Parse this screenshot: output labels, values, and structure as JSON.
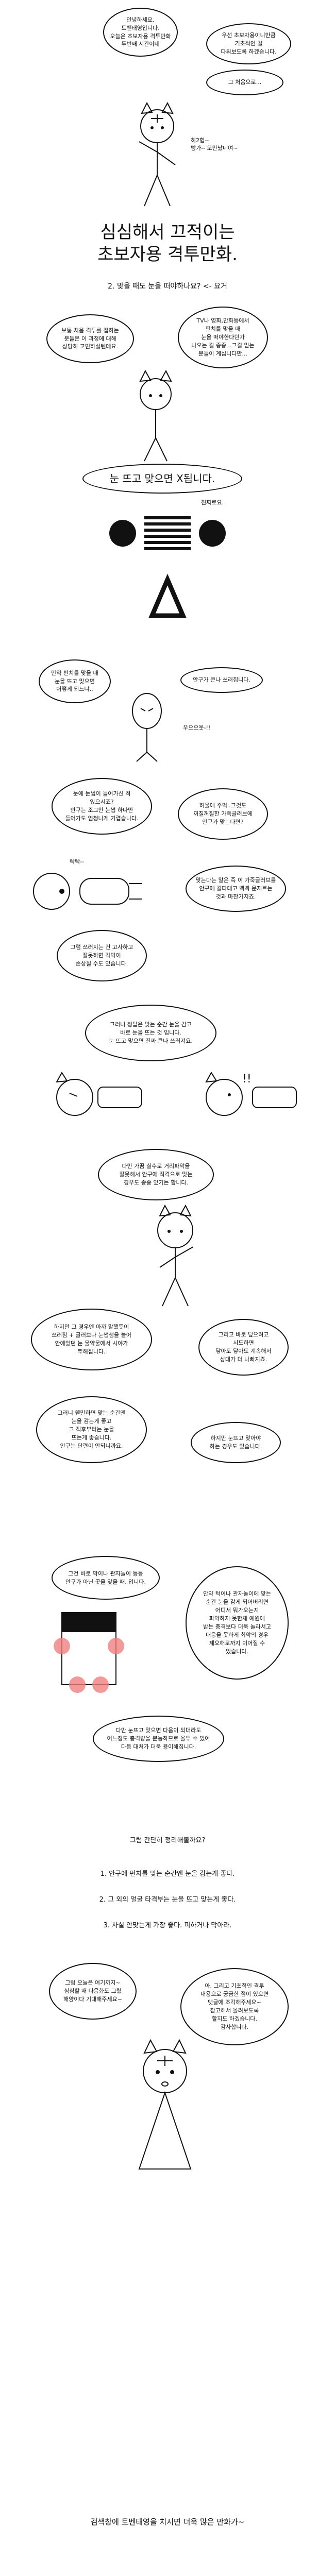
{
  "panel1": {
    "bubble_left": "안녕하세요.\n토벤태영입니다.\n오늘은 초보자용 격투만화\n두번째 시간이네",
    "bubble_right": "우선 초보자용이니만큼\n기초적인 걸\n다뤄보도록 하겠습니다.",
    "bubble_right2": "그 처음으로...",
    "note": "히2협--\n빵가-- 또만났네여~"
  },
  "title": "심심해서 끄적이는\n초보자용 격투만화.",
  "subtitle": "2. 맞을 때도 눈을 떠야하나요? <- 요거",
  "panel2": {
    "bubble_left": "보통 처음 격투를 접하는\n분들은 이 과정에 대해\n상당히 고민하실텐데요.",
    "bubble_right": "TV나 영화,만화등에서\n펀치를 맞을 때\n눈을 떠야한다던가\n나오는 걸 종종 ..그걸 믿는\n분들이 계십니다만..."
  },
  "panel3": {
    "banner": "눈 뜨고 맞으면 X됩니다.",
    "note": "진짜로요."
  },
  "panel4": {
    "bubble_left": "만약 펀치를 맞을 때\n눈을 뜨고 맞으면\n어떻게 되느냐..",
    "bubble_right": "안구가 큰나 쓰러집니다.",
    "sound": "우으으웃-!!"
  },
  "panel5": {
    "bubble_left": "눈에 눈썹이 들어가신 적\n있으시죠?\n안구는 조그만 눈썹 하나만\n들어가도 엄청나게 기렵습니다.",
    "bubble_right": "허물에 주먹..그것도\n꺼칠꺼칠한 가죽글러브에\n안구가 맞는다면?",
    "sound": "빡빡--",
    "bubble_right2": "맞는다는 말은 즉 이 가죽글러브를\n안구에 갈다대고 빡빡 문지르는\n것과 마찬가지죠."
  },
  "panel6": {
    "bubble1": "그럼 쓰러지는 건 고사하고\n잘못하면 각막이\n손상될 수도 있습니다.",
    "bubble2": "그러니 정답은 맞는 순간 눈을 감고\n바로 눈을 뜨는 것 입니다.\n눈 뜨고 맞으면 진짜 큰나 쓰러져요.",
    "exclaim": "!!"
  },
  "panel7": {
    "bubble_top": "다만 가끔 실수로 거리파악을\n잘못해서 안구에 직격으로 맞는\n경우도 종종 있기는 합니다.",
    "bubble_left": "하지만 그 경우엔 아까 말했듯이\n쓰러짐 + 글러브나 눈썹생을 늘어\n안에있던 눈 물약물에서 시야가\n뿌해집니다.",
    "bubble_right": "그리고 바로 덮으려고\n시도하면\n닿아도 닿아도 계속해서\n상대가 더 나빠지죠.",
    "bubble_left2": "그러니 웬만하면 맞는 순간엔\n눈을 감는게 좋고\n그 직후부터는 눈을\n뜨는게 좋습니다.\n안구는 단련이 안되니까요.",
    "bubble_right2": "하지만 눈뜨고 맞아야\n하는 경우도 있습니다."
  },
  "panel8": {
    "bubble_left": "그건 바로 막이나 관자놀이 등등\n안구가 아닌 곳을 맞을 때, 입니다.",
    "bubble_right": "안약 턱이나 관자놀이에 맞는\n순간 눈을 감게 되어버리면\n어디서 뭐가오는지\n파악하지 못한채 예원에\n받는 충격보다 더욱 놀라서고\n대응을 못하게 최악의 경우\n제오해로까지 이어질 수\n있습니다.",
    "bubble_bottom": "다만 눈뜨고 맞으면 다음이 되더라도\n어느정도 충격량을 분농하므로 올두 수 있어\n다음 대처가 더욱 용이해집니다."
  },
  "summary": {
    "heading": "그럼 간단히 정리해볼까요?",
    "items": [
      "1. 안구에 펀치를 맞는 순간엔 눈을 감는게 좋다.",
      "2. 그 외의 얼굴 타격부는 눈을 뜨고 맞는게 좋다.",
      "3. 사실 안맞는게 가장 좋다. 피하거나 막아라."
    ]
  },
  "panel9": {
    "bubble_left": "그럼 오늘은 여기까지~\n심심할 때 다음화도 그렸\n해양이다 기대해주세요~",
    "bubble_right": "아, 그리고 기초적인 격투\n내용으로 궁금한 점이 있으면\n댓글에 조각해주세요~\n참고해서 올려보도록\n할지도 하겠습니다.\n감사합니다."
  },
  "footer": "검색창에 토벤태영을 치시면 더욱 많은 만화가~"
}
